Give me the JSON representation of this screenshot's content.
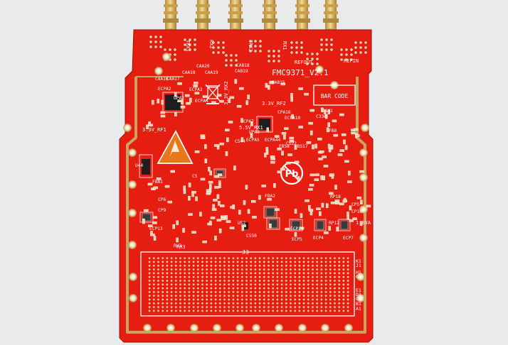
{
  "board": {
    "model": "FMC9371_V2.1",
    "barcode_label": "BAR CODE",
    "connector_label": "J3",
    "port_labels": [
      "TRX1",
      "RX2",
      "TRX2",
      "RX1",
      "REFOUT",
      "REFIN"
    ],
    "rail_labels": [
      "3.3V_RF1",
      "3.3V_RF2",
      "3.3V_RX2",
      "5.5V_RX1",
      "1.8VA"
    ],
    "pin_labels_right": [
      "K1",
      "J1",
      "H1",
      "G1",
      "E1",
      "D1",
      "C1",
      "B1",
      "A1"
    ],
    "designators": [
      "CAA20",
      "CAA18",
      "CAA19",
      "CAB18",
      "CAB19",
      "CAB15",
      "CAA16",
      "CAA17",
      "ECPA2",
      "ECPA3",
      "UPA2",
      "ECPA4",
      "ECPA10",
      "CPA16",
      "CPA7",
      "UPA3",
      "ECPA5",
      "ECPA44",
      "C544",
      "FB58",
      "CS22",
      "FBS17",
      "CS41",
      "C336",
      "FB8",
      "C5",
      "FBA2",
      "FBA1",
      "ECP5",
      "ECP4",
      "ECP7",
      "ECP11",
      "CP5",
      "CP10",
      "RP12",
      "RP18",
      "US2",
      "C550",
      "CP6",
      "CP9",
      "ECP13",
      "U44",
      "RH3"
    ],
    "colors": {
      "board": "#e61e12",
      "copper_frame": "#c7a560",
      "gold": "#d9b25a",
      "silkscreen": "#ffffff",
      "chip": "#1e1e1e",
      "background": "#e9eaec"
    },
    "icons": [
      "esd-warning-icon",
      "wheelie-bin-icon",
      "pb-free-icon"
    ]
  }
}
